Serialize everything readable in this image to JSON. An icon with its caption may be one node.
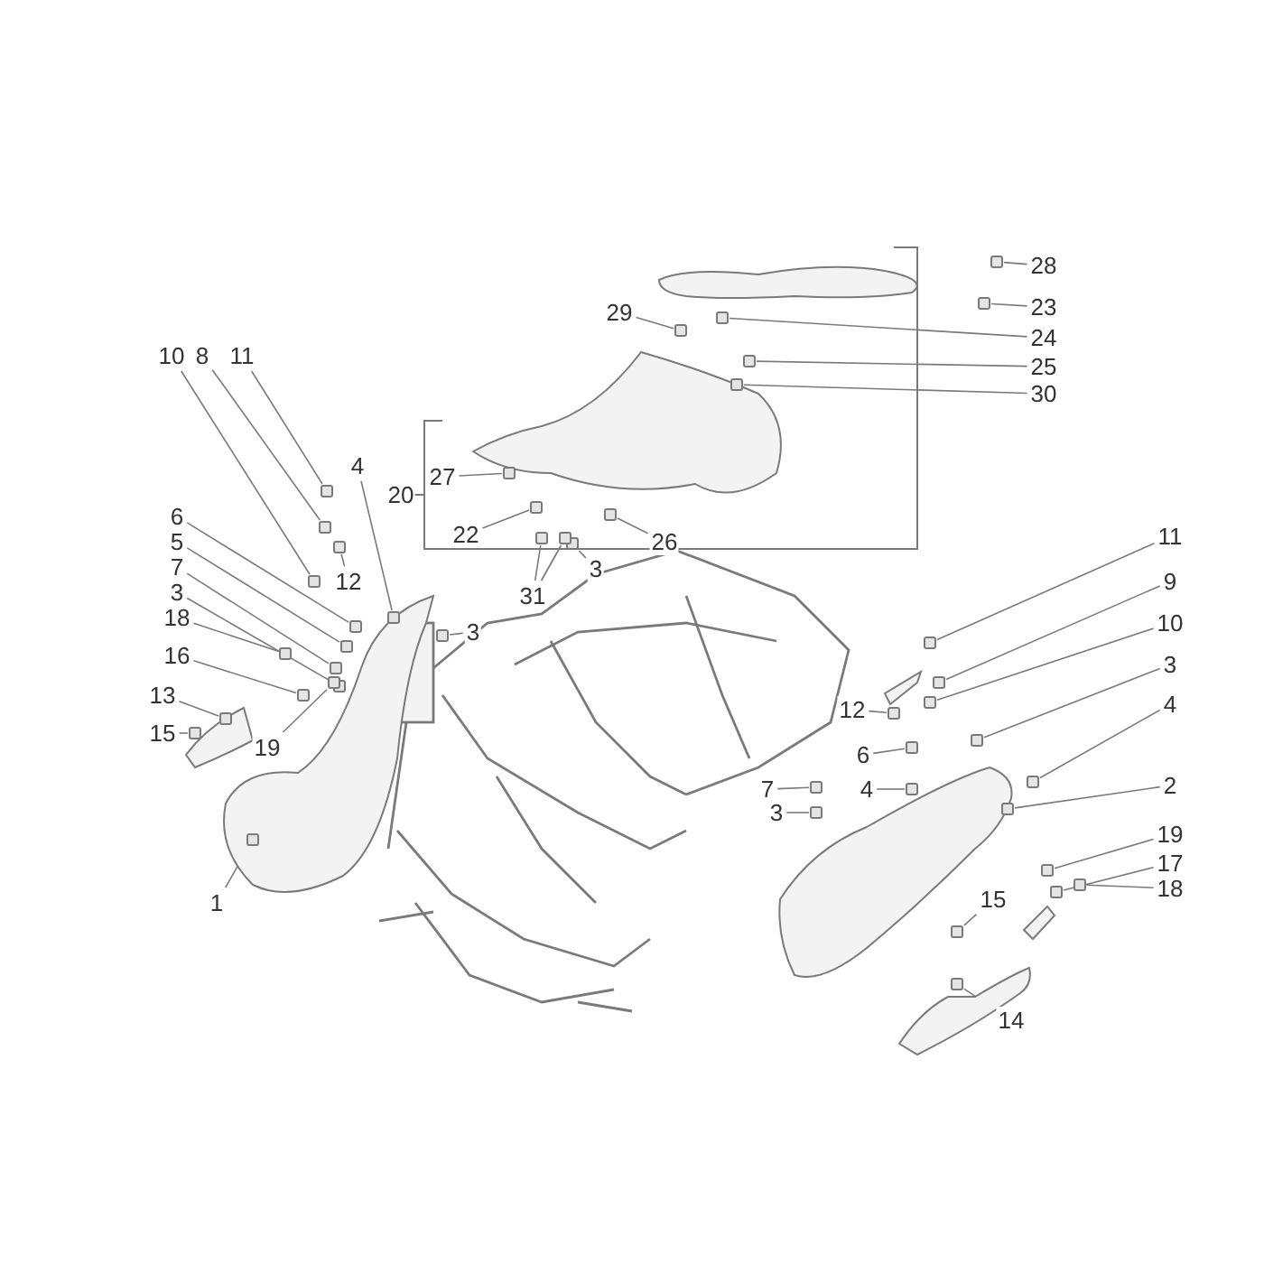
{
  "diagram": {
    "nodes": [
      {
        "text": [
          "28"
        ]
      },
      {
        "text": [
          "23"
        ]
      },
      {
        "text": [
          "29"
        ]
      },
      {
        "text": [
          "24"
        ]
      },
      {
        "text": [
          "10"
        ]
      },
      {
        "text": [
          "8"
        ]
      },
      {
        "text": [
          "11"
        ]
      },
      {
        "text": [
          "25"
        ]
      },
      {
        "text": [
          "30"
        ]
      },
      {
        "text": [
          "4"
        ]
      },
      {
        "text": [
          "27"
        ]
      },
      {
        "text": [
          "6"
        ]
      },
      {
        "text": [
          "11"
        ]
      },
      {
        "text": [
          "22"
        ]
      },
      {
        "text": [
          "26"
        ]
      },
      {
        "text": [
          "5"
        ]
      },
      {
        "text": [
          "7"
        ]
      },
      {
        "text": [
          "3"
        ]
      },
      {
        "text": [
          "9"
        ]
      },
      {
        "text": [
          "12"
        ]
      },
      {
        "text": [
          "3"
        ]
      },
      {
        "text": [
          "31"
        ]
      },
      {
        "text": [
          "18"
        ]
      },
      {
        "text": [
          "10"
        ]
      },
      {
        "text": [
          "3"
        ]
      },
      {
        "text": [
          "16"
        ]
      },
      {
        "text": [
          "3"
        ]
      },
      {
        "text": [
          "13"
        ]
      },
      {
        "text": [
          "4"
        ]
      },
      {
        "text": [
          "12"
        ]
      },
      {
        "text": [
          "15"
        ]
      },
      {
        "text": [
          "19"
        ]
      },
      {
        "text": [
          "6"
        ]
      },
      {
        "text": [
          "2"
        ]
      },
      {
        "text": [
          "7"
        ]
      },
      {
        "text": [
          "4"
        ]
      },
      {
        "text": [
          "3"
        ]
      },
      {
        "text": [
          "19"
        ]
      },
      {
        "text": [
          "17"
        ]
      },
      {
        "text": [
          "18"
        ]
      },
      {
        "text": [
          "15"
        ]
      },
      {
        "text": [
          "1"
        ]
      },
      {
        "text": [
          "14"
        ]
      },
      {
        "text": [],
        "shape": "box"
      },
      {
        "text": [],
        "shape": "box"
      },
      {
        "text": [],
        "shape": "box"
      },
      {
        "text": [],
        "shape": "box"
      },
      {
        "text": [],
        "shape": "box"
      },
      {
        "text": [],
        "shape": "box"
      },
      {
        "text": [],
        "shape": "box"
      },
      {
        "text": [],
        "shape": "box"
      },
      {
        "text": [],
        "shape": "box"
      },
      {
        "text": [],
        "shape": "box"
      },
      {
        "text": [],
        "shape": "box"
      },
      {
        "text": [],
        "shape": "box"
      },
      {
        "text": [],
        "shape": "box"
      },
      {
        "text": [],
        "shape": "box"
      },
      {
        "text": [],
        "shape": "box"
      },
      {
        "text": [],
        "shape": "box"
      },
      {
        "text": [],
        "shape": "box"
      },
      {
        "text": [],
        "shape": "box"
      },
      {
        "text": [],
        "shape": "box"
      },
      {
        "text": [],
        "shape": "box"
      },
      {
        "text": [],
        "shape": "box"
      },
      {
        "text": [],
        "shape": "box"
      },
      {
        "text": [],
        "shape": "box"
      },
      {
        "text": [],
        "shape": "box"
      },
      {
        "text": [],
        "shape": "box"
      },
      {
        "text": [],
        "shape": "box"
      },
      {
        "text": [],
        "shape": "box"
      },
      {
        "text": [],
        "shape": "box"
      },
      {
        "text": [],
        "shape": "box"
      },
      {
        "text": [],
        "shape": "box"
      },
      {
        "text": [],
        "shape": "box"
      },
      {
        "text": [],
        "shape": "box"
      },
      {
        "text": [],
        "shape": "box"
      },
      {
        "text": [],
        "shape": "box"
      },
      {
        "text": [],
        "shape": "box"
      },
      {
        "text": [],
        "shape": "box"
      },
      {
        "text": [],
        "shape": "box"
      },
      {
        "text": [],
        "shape": "box"
      },
      {
        "text": [],
        "shape": "box"
      },
      {
        "text": [],
        "shape": "box"
      },
      {
        "text": [],
        "shape": "box"
      },
      {
        "text": [],
        "shape": "box"
      },
      {
        "text": [],
        "shape": "box"
      },
      {
        "text": [],
        "shape": "box"
      },
      {
        "text": [
          "20"
        ]
      }
    ],
    "edges": [
      {
        "from": 0,
        "to": 43,
        "arrow": "none"
      },
      {
        "from": 1,
        "to": 44,
        "arrow": "none"
      },
      {
        "from": 2,
        "to": 45,
        "arrow": "none"
      },
      {
        "from": 3,
        "to": 46,
        "arrow": "none"
      },
      {
        "from": 4,
        "to": 47,
        "arrow": "none"
      },
      {
        "from": 5,
        "to": 48,
        "arrow": "none"
      },
      {
        "from": 6,
        "to": 49,
        "arrow": "none"
      },
      {
        "from": 7,
        "to": 50,
        "arrow": "none"
      },
      {
        "from": 8,
        "to": 51,
        "arrow": "none"
      },
      {
        "from": 9,
        "to": 52,
        "arrow": "none"
      },
      {
        "from": 10,
        "to": 53,
        "arrow": "none"
      },
      {
        "from": 11,
        "to": 54,
        "arrow": "none"
      },
      {
        "from": 12,
        "to": 55,
        "arrow": "none"
      },
      {
        "from": 13,
        "to": 56,
        "arrow": "none"
      },
      {
        "from": 14,
        "to": 57,
        "arrow": "none"
      },
      {
        "from": 15,
        "to": 58,
        "arrow": "none"
      },
      {
        "from": 16,
        "to": 59,
        "arrow": "none"
      },
      {
        "from": 17,
        "to": 60,
        "arrow": "none"
      },
      {
        "from": 18,
        "to": 61,
        "arrow": "none"
      },
      {
        "from": 19,
        "to": 62,
        "arrow": "none"
      },
      {
        "from": 20,
        "to": 63,
        "arrow": "none"
      },
      {
        "from": 21,
        "to": 64,
        "arrow": "none"
      },
      {
        "from": 21,
        "to": 65,
        "arrow": "none"
      },
      {
        "from": 22,
        "to": 66,
        "arrow": "none"
      },
      {
        "from": 23,
        "to": 67,
        "arrow": "none"
      },
      {
        "from": 24,
        "to": 68,
        "arrow": "none"
      },
      {
        "from": 25,
        "to": 69,
        "arrow": "none"
      },
      {
        "from": 26,
        "to": 70,
        "arrow": "none"
      },
      {
        "from": 27,
        "to": 71,
        "arrow": "none"
      },
      {
        "from": 28,
        "to": 72,
        "arrow": "none"
      },
      {
        "from": 29,
        "to": 73,
        "arrow": "none"
      },
      {
        "from": 30,
        "to": 74,
        "arrow": "none"
      },
      {
        "from": 31,
        "to": 75,
        "arrow": "none"
      },
      {
        "from": 32,
        "to": 76,
        "arrow": "none"
      },
      {
        "from": 33,
        "to": 77,
        "arrow": "none"
      },
      {
        "from": 34,
        "to": 78,
        "arrow": "none"
      },
      {
        "from": 35,
        "to": 79,
        "arrow": "none"
      },
      {
        "from": 36,
        "to": 80,
        "arrow": "none"
      },
      {
        "from": 37,
        "to": 81,
        "arrow": "none"
      },
      {
        "from": 38,
        "to": 82,
        "arrow": "none"
      },
      {
        "from": 39,
        "to": 83,
        "arrow": "none"
      },
      {
        "from": 40,
        "to": 84,
        "arrow": "none"
      },
      {
        "from": 41,
        "to": 85,
        "arrow": "none"
      },
      {
        "from": 42,
        "to": 86,
        "arrow": "none"
      }
    ]
  }
}
